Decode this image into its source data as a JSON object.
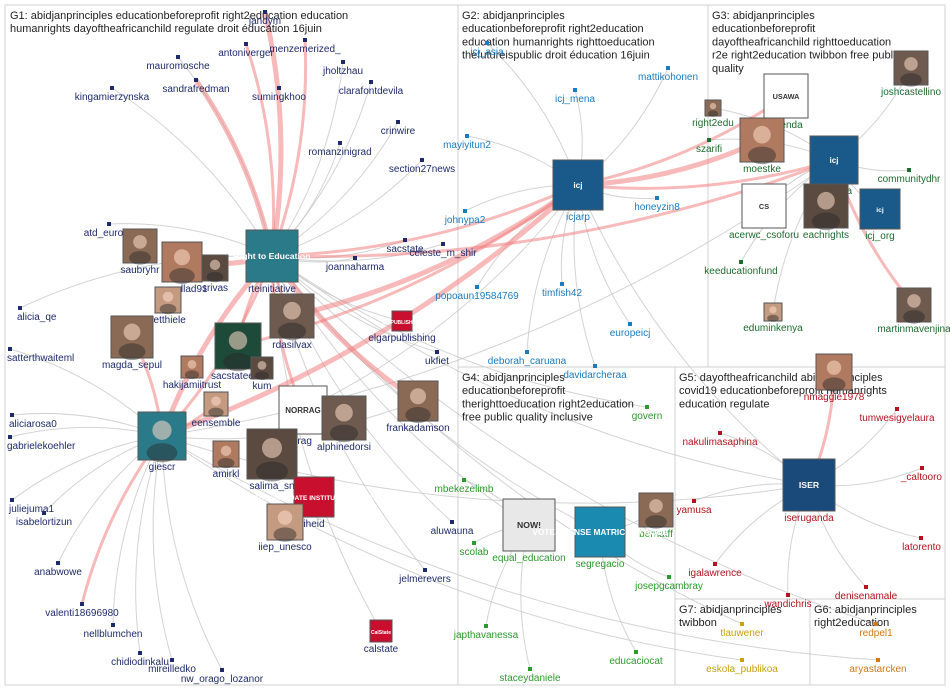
{
  "groups": [
    {
      "id": "G1",
      "label": "G1: abidjanprinciples educationbeforeprofit right2education education humanrights dayoftheafricanchild regulate droit éducation 16juin",
      "color": "#1f2a6b"
    },
    {
      "id": "G2",
      "label": "G2: abidjanprinciples educationbeforeprofit right2education education humanrights righttoeducation thefutureispublic droit éducation 16juin",
      "color": "#1a7bbf"
    },
    {
      "id": "G3",
      "label": "G3: abidjanprinciples educationbeforeprofit dayoftheafricanchild righttoeducation r2e right2education twibbon free public quality",
      "color": "#1d6b2e"
    },
    {
      "id": "G4",
      "label": "G4: abidjanprinciples educationbeforeprofit therighttoeducation right2education free public quality inclusive",
      "color": "#2a9a2a"
    },
    {
      "id": "G5",
      "label": "G5: dayoftheafricanchild abidjanprinciples covid19 educationbeforeprofit humanrights education regulate",
      "color": "#b3121e"
    },
    {
      "id": "G6",
      "label": "G6: abidjanprinciples right2education",
      "color": "#d07818"
    },
    {
      "id": "G7",
      "label": "G7: abidjanprinciples twibbon",
      "color": "#c8a010"
    }
  ],
  "nodes": [
    {
      "name": "jandym",
      "group": "G1"
    },
    {
      "name": "antoniverger",
      "group": "G1"
    },
    {
      "name": "menzemerized_",
      "group": "G1"
    },
    {
      "name": "mauromosche",
      "group": "G1"
    },
    {
      "name": "jholtzhau",
      "group": "G1"
    },
    {
      "name": "sandrafredman",
      "group": "G1"
    },
    {
      "name": "sumingkhoo",
      "group": "G1"
    },
    {
      "name": "clarafontdevila",
      "group": "G1"
    },
    {
      "name": "kingamierzynska",
      "group": "G1"
    },
    {
      "name": "crinwire",
      "group": "G1"
    },
    {
      "name": "romanzinigrad",
      "group": "G1"
    },
    {
      "name": "section27news",
      "group": "G1"
    },
    {
      "name": "atd_europe",
      "group": "G1"
    },
    {
      "name": "saubryhr",
      "group": "G1"
    },
    {
      "name": "rossellad91",
      "group": "G1"
    },
    {
      "name": "srivas",
      "group": "G1"
    },
    {
      "name": "rteinitiative",
      "group": "G1"
    },
    {
      "name": "joannaharma",
      "group": "G1"
    },
    {
      "name": "sacstate",
      "group": "G1"
    },
    {
      "name": "celeste_m_shir",
      "group": "G1"
    },
    {
      "name": "alicia_qe",
      "group": "G1"
    },
    {
      "name": "retthiele",
      "group": "G1"
    },
    {
      "name": "rdasilvax",
      "group": "G1"
    },
    {
      "name": "elgarpublishing",
      "group": "G1"
    },
    {
      "name": "satterthwaiteml",
      "group": "G1"
    },
    {
      "name": "magda_sepul",
      "group": "G1"
    },
    {
      "name": "sacstateedd",
      "group": "G1"
    },
    {
      "name": "ukfiet",
      "group": "G1"
    },
    {
      "name": "hakijamiitrust",
      "group": "G1"
    },
    {
      "name": "kum",
      "group": "G1"
    },
    {
      "name": "aliciarosa0",
      "group": "G1"
    },
    {
      "name": "eensemble",
      "group": "G1"
    },
    {
      "name": "rrag",
      "group": "G1"
    },
    {
      "name": "alphinedorsi",
      "group": "G1"
    },
    {
      "name": "frankadamson",
      "group": "G1"
    },
    {
      "name": "gabrielekoehler",
      "group": "G1"
    },
    {
      "name": "giescr",
      "group": "G1"
    },
    {
      "name": "amirkl",
      "group": "G1"
    },
    {
      "name": "salima_sn",
      "group": "G1"
    },
    {
      "name": "juliejuma1",
      "group": "G1"
    },
    {
      "name": "iheid",
      "group": "G1"
    },
    {
      "name": "isabelortizun",
      "group": "G1"
    },
    {
      "name": "iiep_unesco",
      "group": "G1"
    },
    {
      "name": "aluwauna",
      "group": "G1"
    },
    {
      "name": "anabwowe",
      "group": "G1"
    },
    {
      "name": "jelmerevers",
      "group": "G1"
    },
    {
      "name": "valenti18696980",
      "group": "G1"
    },
    {
      "name": "nellblumchen",
      "group": "G1"
    },
    {
      "name": "calstate",
      "group": "G1"
    },
    {
      "name": "chidiodinkalu",
      "group": "G1"
    },
    {
      "name": "mireilledko",
      "group": "G1"
    },
    {
      "name": "nw_orago_lozanor",
      "group": "G1"
    },
    {
      "name": "icj_asia",
      "group": "G2"
    },
    {
      "name": "mattikohonen",
      "group": "G2"
    },
    {
      "name": "icj_mena",
      "group": "G2"
    },
    {
      "name": "mayiyitun2",
      "group": "G2"
    },
    {
      "name": "icjarp",
      "group": "G2"
    },
    {
      "name": "honeyzin8",
      "group": "G2"
    },
    {
      "name": "johnypa2",
      "group": "G2"
    },
    {
      "name": "popoaun19584769",
      "group": "G2"
    },
    {
      "name": "timfish42",
      "group": "G2"
    },
    {
      "name": "europeicj",
      "group": "G2"
    },
    {
      "name": "deborah_caruana",
      "group": "G2"
    },
    {
      "name": "davidarcheraa",
      "group": "G2"
    },
    {
      "name": "joshcastellino",
      "group": "G3"
    },
    {
      "name": "right2edu",
      "group": "G3"
    },
    {
      "name": "agenda",
      "group": "G3"
    },
    {
      "name": "szarifi",
      "group": "G3"
    },
    {
      "name": "moestke",
      "group": "G3"
    },
    {
      "name": "communitydhr",
      "group": "G3"
    },
    {
      "name": "icjkenya",
      "group": "G3"
    },
    {
      "name": "acerwc_csoforu",
      "group": "G3"
    },
    {
      "name": "eachrights",
      "group": "G3"
    },
    {
      "name": "icj_org",
      "group": "G3"
    },
    {
      "name": "keeducationfund",
      "group": "G3"
    },
    {
      "name": "eduminkenya",
      "group": "G3"
    },
    {
      "name": "martinmavenjina",
      "group": "G3"
    },
    {
      "name": "govern",
      "group": "G4"
    },
    {
      "name": "mbekezelimb",
      "group": "G4"
    },
    {
      "name": "bernatff",
      "group": "G4"
    },
    {
      "name": "equal_education",
      "group": "G4"
    },
    {
      "name": "segregacio",
      "group": "G4"
    },
    {
      "name": "scolab",
      "group": "G4"
    },
    {
      "name": "josepgcambray",
      "group": "G4"
    },
    {
      "name": "japthavanessa",
      "group": "G4"
    },
    {
      "name": "educaciocat",
      "group": "G4"
    },
    {
      "name": "staceydaniele",
      "group": "G4"
    },
    {
      "name": "nmaggie1978",
      "group": "G5"
    },
    {
      "name": "tumwesigyelaura",
      "group": "G5"
    },
    {
      "name": "nakulimasaphina",
      "group": "G5"
    },
    {
      "name": "_caltooro",
      "group": "G5"
    },
    {
      "name": "yamusa",
      "group": "G5"
    },
    {
      "name": "iseruganda",
      "group": "G5"
    },
    {
      "name": "latorento",
      "group": "G5"
    },
    {
      "name": "igalawrence",
      "group": "G5"
    },
    {
      "name": "denisenamale",
      "group": "G5"
    },
    {
      "name": "wandichris",
      "group": "G5"
    },
    {
      "name": "redpel1",
      "group": "G6"
    },
    {
      "name": "aryastarcken",
      "group": "G6"
    },
    {
      "name": "tlauwener",
      "group": "G7"
    },
    {
      "name": "eskola_publikoa",
      "group": "G7"
    }
  ],
  "logos": {
    "rteinitiative": "Right to Education",
    "elgarpublishing": "EE PUBLISHING",
    "rrag": "NORRAG",
    "iheid": "THE GRADUATE INSTITUTE GENEVA",
    "calstate": "CalState",
    "agenda": "USAWA",
    "acerwc_csoforu": "CS",
    "equal_education": "NOW!",
    "segregacio": "VOTES SENSE MATRICULA AQUÍ!",
    "iseruganda": "ISER",
    "icjarp": "icj",
    "icjkenya": "icj",
    "icj_org": "icj"
  },
  "colors": {
    "edge_light": "#c8c8c8",
    "edge_heavy": "#f08080",
    "group_border": "#d0d0d0"
  }
}
